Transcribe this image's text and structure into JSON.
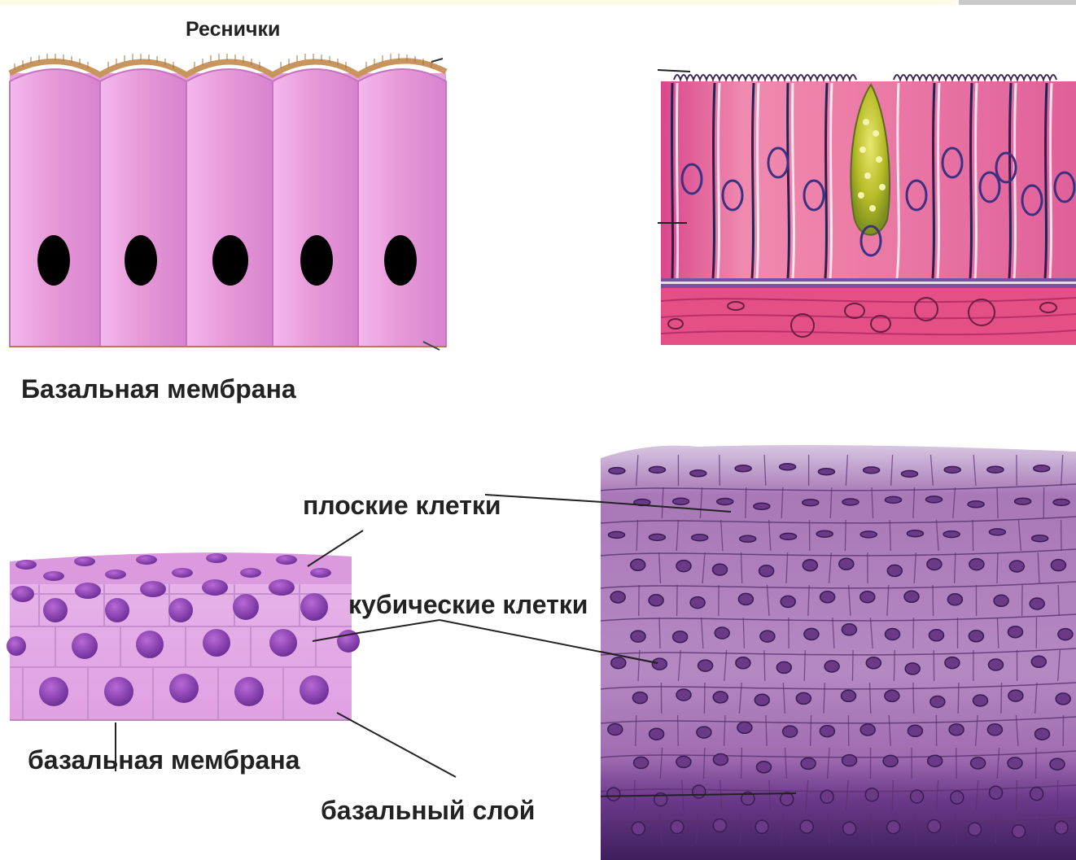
{
  "labels": {
    "cilia": "Реснички",
    "basal_membrane_top": "Базальная мембрана",
    "flat_cells": "плоские клетки",
    "cubic_cells": "кубические клетки",
    "basal_membrane_bottom": "базальная мембрана",
    "basal_layer": "базальный слой"
  },
  "colors": {
    "cell_pink": "#e89ad8",
    "cilia_tan": "#c8955f",
    "nucleus": "#000000",
    "mucosa_pink": "#e05a9a",
    "goblet_yellow": "#c8c630",
    "cubic_pink": "#e7a8e6",
    "cubic_nucleus": "#8a3fb0",
    "histology_purple": "#9b5fa8"
  },
  "icons": [
    "columnar-epithelium-drawing",
    "ciliated-epithelium-histology",
    "stratified-epithelium-drawing",
    "stratified-epithelium-histology"
  ]
}
